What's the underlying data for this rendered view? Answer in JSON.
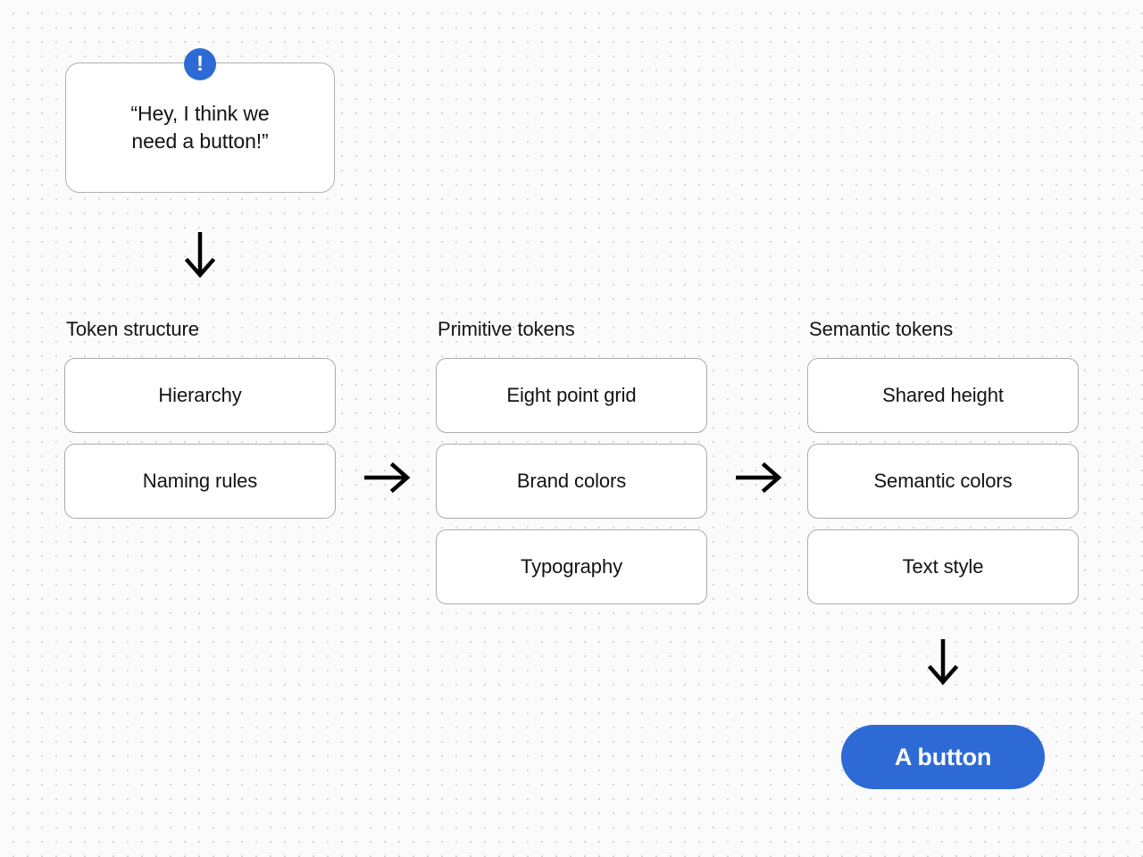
{
  "canvas": {
    "background_color": "#fbfbfb",
    "dot_color": "#c9c9c9",
    "accent_color": "#2e6ad6",
    "card_border_color": "#ababab",
    "text_color": "#131313"
  },
  "bubble": {
    "badge_icon": "exclamation-icon",
    "badge_glyph": "!",
    "text": "“Hey, I think we\nneed a button!”"
  },
  "arrows": {
    "down_1": "arrow-down-icon",
    "right_1": "arrow-right-icon",
    "right_2": "arrow-right-icon",
    "down_2": "arrow-down-icon"
  },
  "columns": [
    {
      "title": "Token structure",
      "cards": [
        {
          "label": "Hierarchy"
        },
        {
          "label": "Naming rules"
        }
      ]
    },
    {
      "title": "Primitive tokens",
      "cards": [
        {
          "label": "Eight point grid"
        },
        {
          "label": "Brand colors"
        },
        {
          "label": "Typography"
        }
      ]
    },
    {
      "title": "Semantic tokens",
      "cards": [
        {
          "label": "Shared height"
        },
        {
          "label": "Semantic colors"
        },
        {
          "label": "Text style"
        }
      ]
    }
  ],
  "cta": {
    "label": "A button"
  }
}
